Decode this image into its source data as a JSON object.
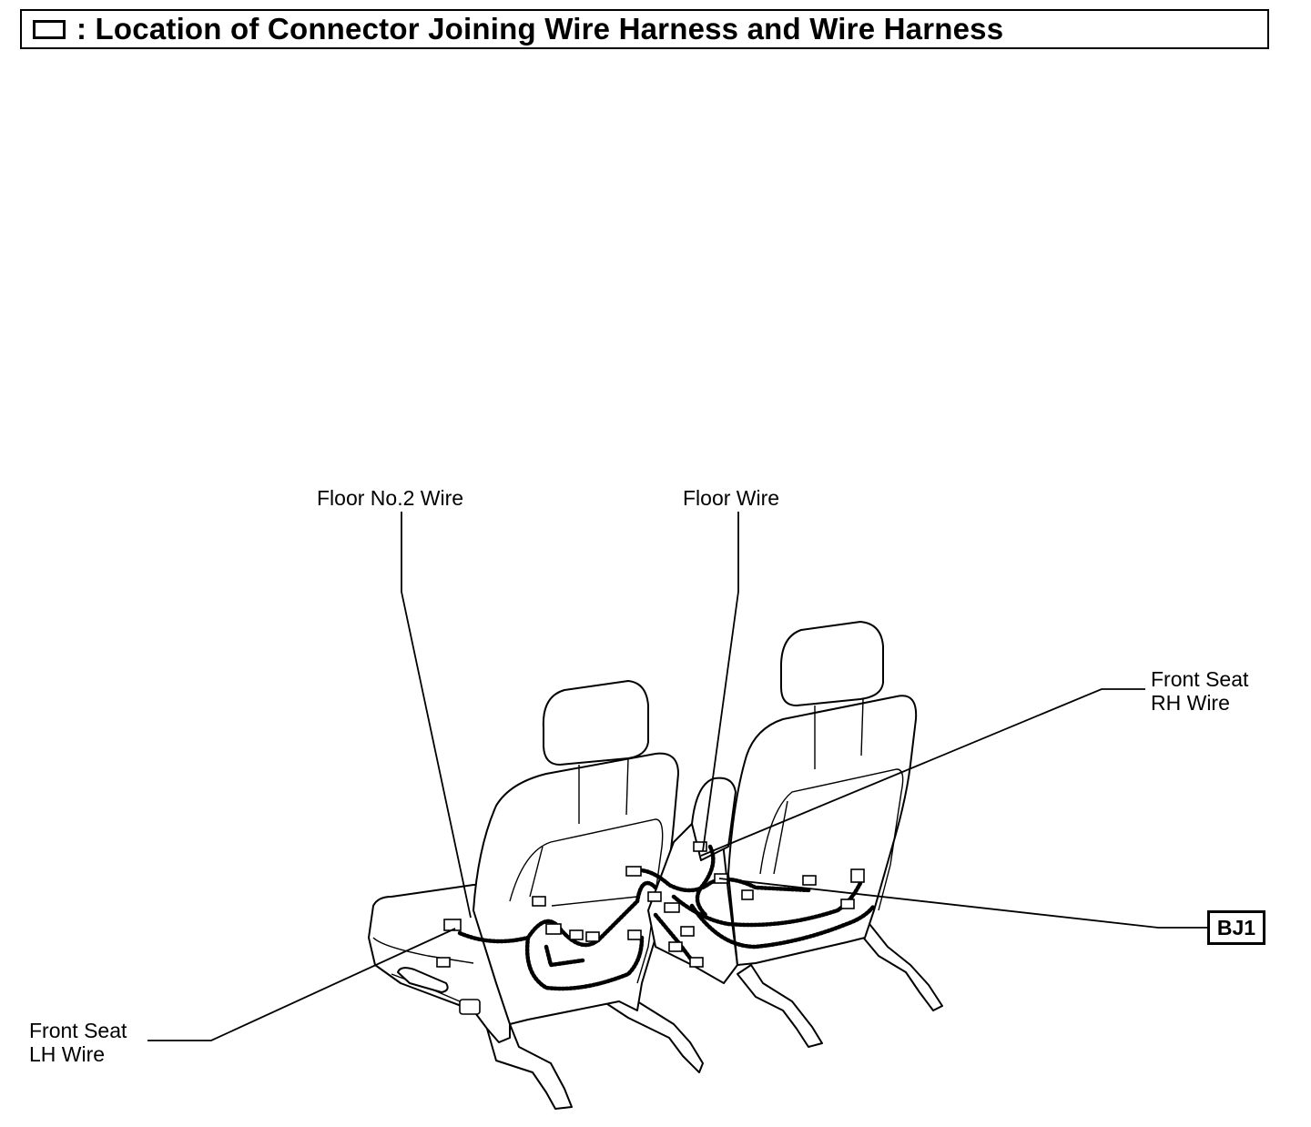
{
  "header": {
    "title": ": Location of Connector Joining Wire Harness and Wire Harness"
  },
  "labels": {
    "floor_no2_wire": "Floor No.2 Wire",
    "floor_wire": "Floor Wire",
    "front_seat_rh_line1": "Front Seat",
    "front_seat_rh_line2": "RH Wire",
    "front_seat_lh_line1": "Front Seat",
    "front_seat_lh_line2": "LH Wire"
  },
  "connector": {
    "code": "BJ1"
  }
}
